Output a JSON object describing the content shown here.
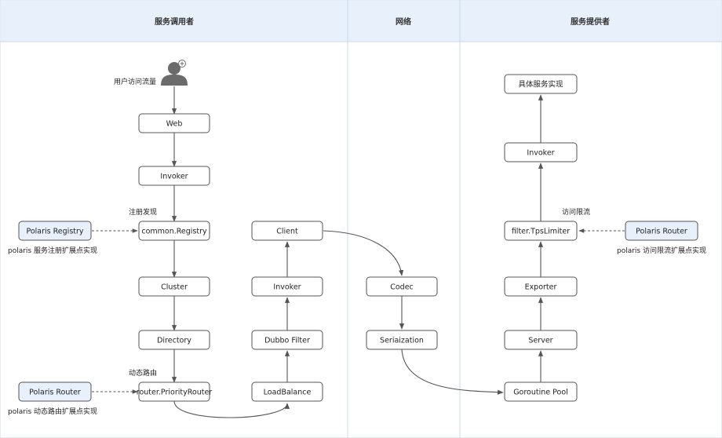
{
  "lanes": [
    {
      "id": "consumer",
      "title": "服务调用者"
    },
    {
      "id": "network",
      "title": "网络"
    },
    {
      "id": "provider",
      "title": "服务提供者"
    }
  ],
  "nodes": [
    {
      "id": "web",
      "label": "Web",
      "style": "plain"
    },
    {
      "id": "invoker-c",
      "label": "Invoker",
      "style": "plain"
    },
    {
      "id": "registry",
      "label": "common.Registry",
      "style": "plain"
    },
    {
      "id": "cluster",
      "label": "Cluster",
      "style": "plain"
    },
    {
      "id": "directory",
      "label": "Directory",
      "style": "plain"
    },
    {
      "id": "prio-router",
      "label": "router.PriorityRouter",
      "style": "plain"
    },
    {
      "id": "client",
      "label": "Client",
      "style": "plain"
    },
    {
      "id": "invoker-m",
      "label": "Invoker",
      "style": "plain"
    },
    {
      "id": "dubbo-filter",
      "label": "Dubbo Filter",
      "style": "plain"
    },
    {
      "id": "loadbalance",
      "label": "LoadBalance",
      "style": "plain"
    },
    {
      "id": "codec",
      "label": "Codec",
      "style": "plain"
    },
    {
      "id": "serialization",
      "label": "Seriaization",
      "style": "plain"
    },
    {
      "id": "impl",
      "label": "具体服务实现",
      "style": "plain"
    },
    {
      "id": "invoker-p",
      "label": "Invoker",
      "style": "plain"
    },
    {
      "id": "tps-limiter",
      "label": "filter.TpsLimiter",
      "style": "plain"
    },
    {
      "id": "exporter",
      "label": "Exporter",
      "style": "plain"
    },
    {
      "id": "server",
      "label": "Server",
      "style": "plain"
    },
    {
      "id": "goroutine-pool",
      "label": "Goroutine Pool",
      "style": "plain"
    },
    {
      "id": "polaris-registry",
      "label": "Polaris Registry",
      "style": "blue"
    },
    {
      "id": "polaris-router-l",
      "label": "Polaris Router",
      "style": "blue"
    },
    {
      "id": "polaris-router-r",
      "label": "Polaris Router",
      "style": "blue"
    }
  ],
  "notes": [
    {
      "id": "user-traffic",
      "text": "用户访问流量"
    },
    {
      "id": "service-discovery",
      "text": "注册发现"
    },
    {
      "id": "registry-ext",
      "text": "polaris 服务注册扩展点实现"
    },
    {
      "id": "dynamic-routing",
      "text": "动态路由"
    },
    {
      "id": "routing-ext",
      "text": "polaris 动态路由扩展点实现"
    },
    {
      "id": "rate-limit",
      "text": "访问限流"
    },
    {
      "id": "ratelimit-ext",
      "text": "polaris 访问限流扩展点实现"
    }
  ],
  "colors": {
    "lane_header_bg": "#e8f1fb",
    "lane_border": "#c9d9ea",
    "node_border": "#555555",
    "ext_node_fill": "#e7f0fb",
    "user_icon": "#6b6b6b"
  },
  "icons": {
    "user": "user-add-icon"
  }
}
